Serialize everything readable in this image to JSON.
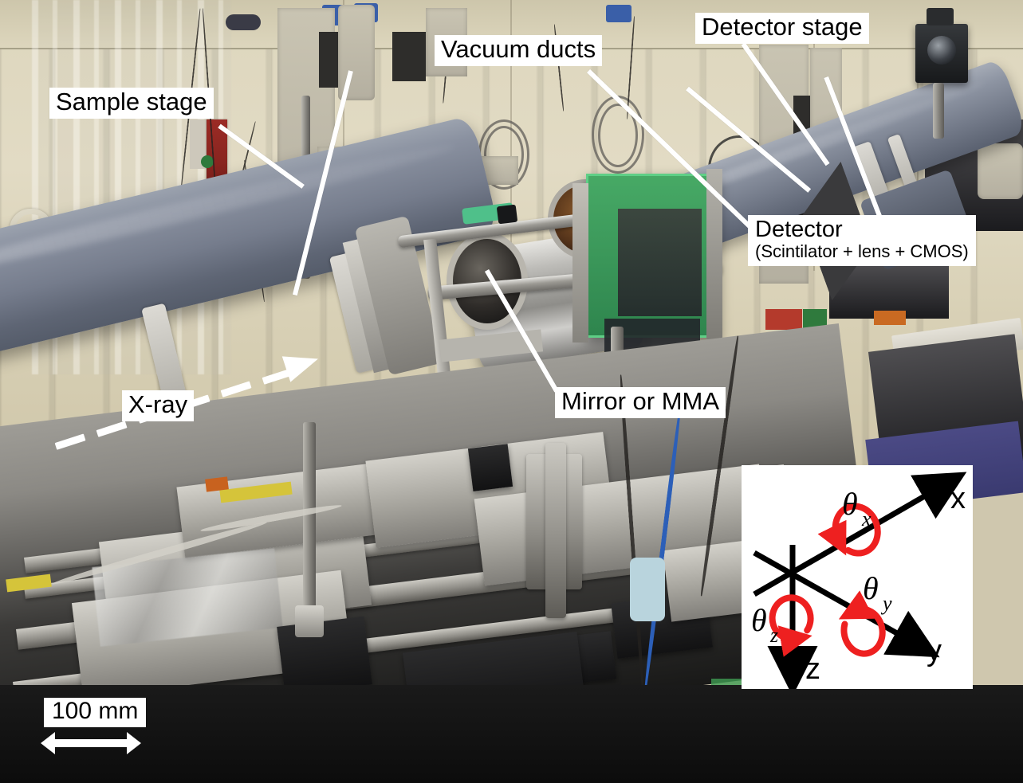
{
  "figure": {
    "kind": "annotated-photograph",
    "subject": "X-ray beamline optical setup with sample stage, vacuum ducts, mirror/MMA chamber and detector"
  },
  "annotations": [
    {
      "id": "sample-stage",
      "text": "Sample stage"
    },
    {
      "id": "vacuum-ducts",
      "text": "Vacuum ducts"
    },
    {
      "id": "detector-stage",
      "text": "Detector stage"
    },
    {
      "id": "detector",
      "text": "Detector",
      "subtext": "(Scintilator + lens + CMOS)"
    },
    {
      "id": "mirror-or-mma",
      "text": "Mirror or MMA"
    },
    {
      "id": "xray",
      "text": "X-ray"
    }
  ],
  "scale_bar": {
    "label": "100 mm",
    "arrow": "double-headed"
  },
  "inset_axes": {
    "title": "coordinate system",
    "axes": [
      {
        "name": "x",
        "label": "x",
        "direction": "up-right"
      },
      {
        "name": "y",
        "label": "y",
        "direction": "down-right"
      },
      {
        "name": "z",
        "label": "z",
        "direction": "down"
      }
    ],
    "rotations": [
      {
        "name": "theta_x",
        "label": "θ",
        "subscript": "x",
        "about": "x",
        "color": "#ee2020"
      },
      {
        "name": "theta_y",
        "label": "θ",
        "subscript": "y",
        "about": "y",
        "color": "#ee2020"
      },
      {
        "name": "theta_z",
        "label": "θ",
        "subscript": "z",
        "about": "z",
        "color": "#ee2020"
      }
    ],
    "background": "#ffffff",
    "axis_color": "#000000",
    "rotation_color": "#ee2020"
  },
  "colors": {
    "label_background": "#ffffff",
    "label_text": "#000000",
    "leader_line": "#ffffff",
    "duct_grey": "#7b8292",
    "detector_green": "#55c87e",
    "wall_beige": "#ddd6bd",
    "rotation_red": "#ee2020"
  }
}
